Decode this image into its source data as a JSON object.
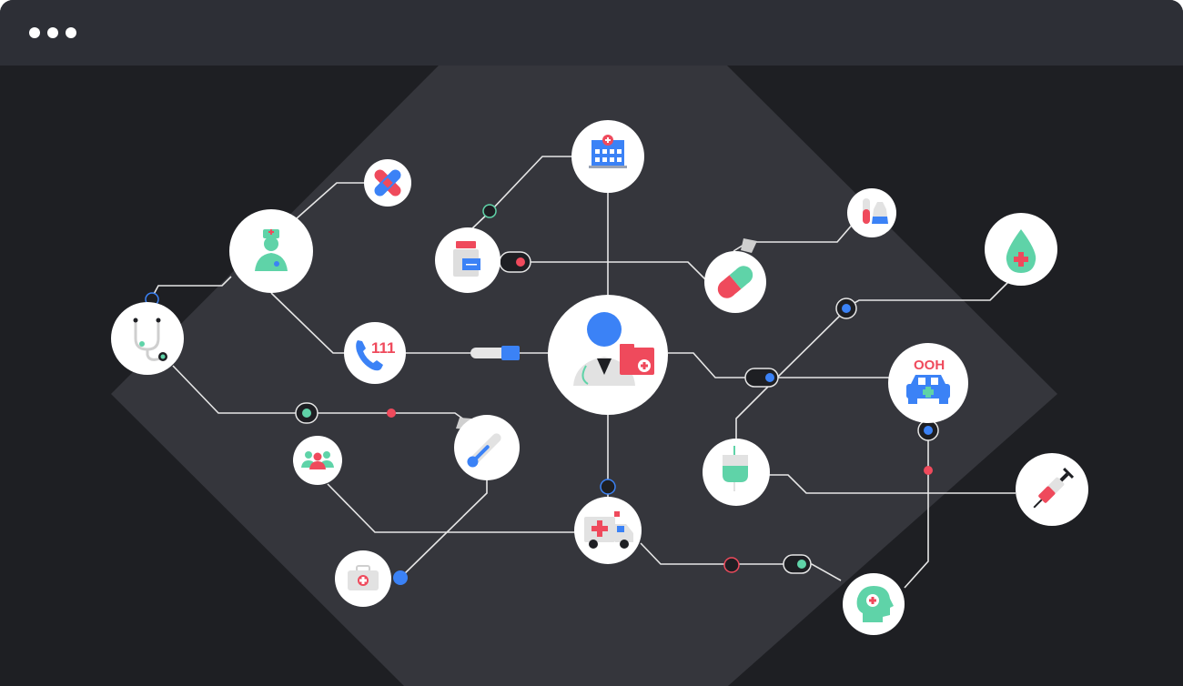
{
  "window": {
    "title_dots": 3
  },
  "labels": {
    "phone_number": "111",
    "ooh_text": "OOH"
  },
  "colors": {
    "window_bg": "#1e1f23",
    "titlebar_bg": "#2d2f36",
    "diamond_bg": "#35363c",
    "line": "#e6e6e6",
    "node_bg": "#ffffff",
    "red": "#ef4a5c",
    "blue": "#3b82f6",
    "teal": "#5fd3a8",
    "toggle_bg": "#1e1f23"
  },
  "nodes": [
    {
      "id": "clinician-hub",
      "icon": "doctor-with-folder-icon"
    },
    {
      "id": "hospital",
      "icon": "hospital-building-icon"
    },
    {
      "id": "bandage",
      "icon": "bandage-icon"
    },
    {
      "id": "nurse",
      "icon": "nurse-icon"
    },
    {
      "id": "stethoscope",
      "icon": "stethoscope-icon"
    },
    {
      "id": "medicine-jar",
      "icon": "medicine-jar-icon"
    },
    {
      "id": "phone-111",
      "icon": "phone-icon"
    },
    {
      "id": "pill",
      "icon": "capsule-icon"
    },
    {
      "id": "lab-tubes",
      "icon": "test-tube-icon"
    },
    {
      "id": "blood-drop",
      "icon": "blood-drop-icon"
    },
    {
      "id": "ooh-car",
      "icon": "out-of-hours-car-icon"
    },
    {
      "id": "iv-drip",
      "icon": "iv-drip-icon"
    },
    {
      "id": "syringe",
      "icon": "syringe-icon"
    },
    {
      "id": "ambulance",
      "icon": "ambulance-icon"
    },
    {
      "id": "mental-health",
      "icon": "mental-health-head-icon"
    },
    {
      "id": "group",
      "icon": "people-group-icon"
    },
    {
      "id": "thermometer",
      "icon": "thermometer-icon"
    },
    {
      "id": "first-aid",
      "icon": "first-aid-kit-icon"
    }
  ]
}
